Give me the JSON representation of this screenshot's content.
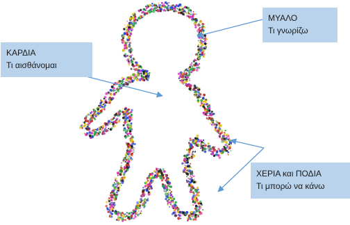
{
  "labels": {
    "brain": {
      "title": "ΜΥΑΛΟ",
      "subtitle": "Τι γνωρίζω"
    },
    "heart": {
      "title": "ΚΑΡΔΙΑ",
      "subtitle": "Τι αισθάνομαι"
    },
    "hands_feet": {
      "title": "ΧΕΡΙΑ και ΠΟΔΙΑ",
      "subtitle": "Τι μπορώ να κάνω"
    }
  },
  "colors": {
    "label_fill": "#b9d3ec",
    "arrow": "#5b9bd5",
    "dots": [
      "#1f1f1f",
      "#2b4bd6",
      "#d82fb8",
      "#2aa84a",
      "#e0c21a",
      "#c2302b"
    ]
  }
}
